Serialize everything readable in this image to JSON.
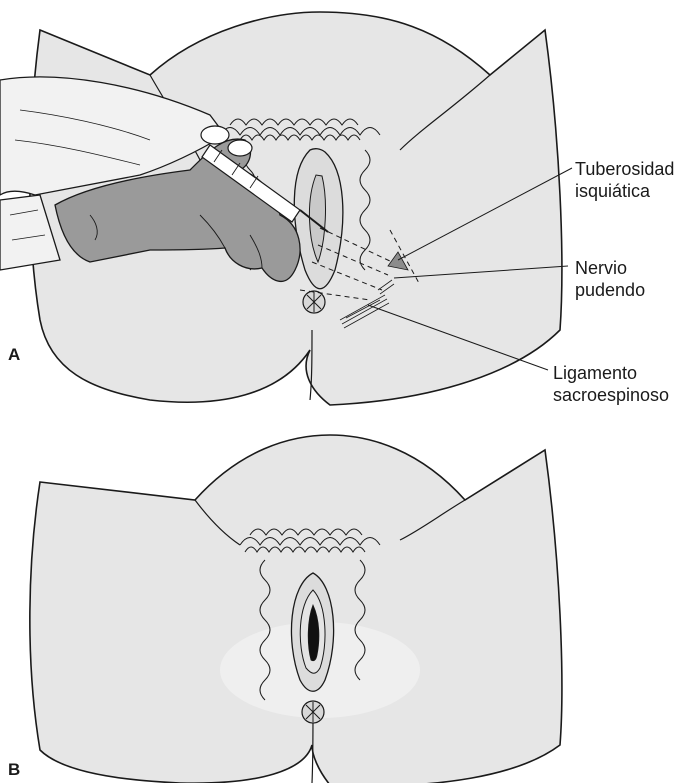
{
  "panel_a": {
    "letter": "A",
    "labels": {
      "tuberosity": [
        "Tuberosidad",
        "isquiática"
      ],
      "nerve": [
        "Nervio",
        "pudendo"
      ],
      "ligament": [
        "Ligamento",
        "sacroespinoso"
      ]
    }
  },
  "panel_b": {
    "letter": "B"
  },
  "colors": {
    "skin": "#e6e6e6",
    "glove": "#9a9a9a",
    "gown": "#f2f2f2",
    "highlight": "#efefef",
    "tuberosity": "#8c8c8c"
  }
}
